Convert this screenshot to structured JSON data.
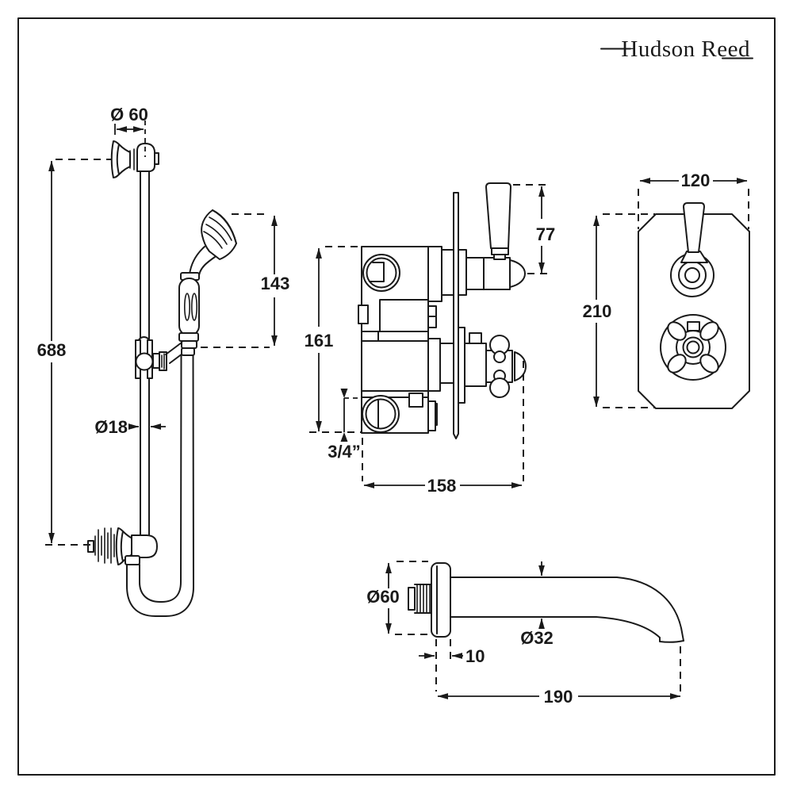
{
  "brand": {
    "logo": "Hudson Reed"
  },
  "ink": "#1a1a1a",
  "dims": {
    "rail": {
      "flange_dia": "Ø 60",
      "length": "688",
      "handset": "143",
      "tube_dia": "Ø18"
    },
    "valve": {
      "lever": "77",
      "height": "161",
      "thread": "3/4”",
      "width": "158"
    },
    "plate": {
      "width": "120",
      "height": "210"
    },
    "spout": {
      "flange_dia": "Ø60",
      "tube_dia": "Ø32",
      "flange_depth": "10",
      "length": "190"
    }
  }
}
